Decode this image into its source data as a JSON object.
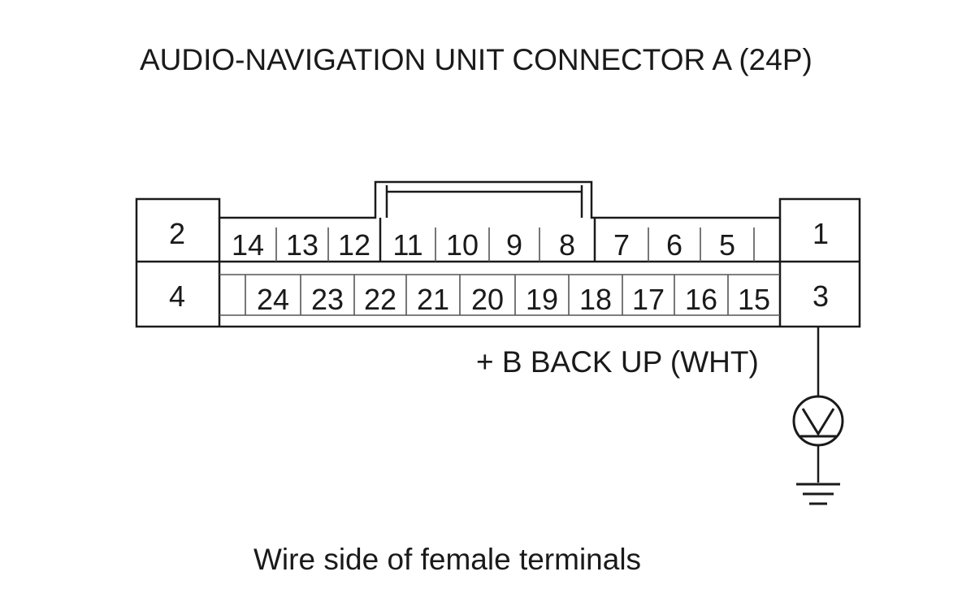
{
  "title": "AUDIO-NAVIGATION UNIT CONNECTOR A (24P)",
  "connector": {
    "top_row": [
      "14",
      "13",
      "12",
      "11",
      "10",
      "9",
      "8",
      "7",
      "6",
      "5"
    ],
    "bottom_row": [
      "24",
      "23",
      "22",
      "21",
      "20",
      "19",
      "18",
      "17",
      "16",
      "15"
    ],
    "left_upper": "2",
    "left_lower": "4",
    "right_upper": "1",
    "right_lower": "3"
  },
  "wire_label": "+ B BACK UP (WHT)",
  "caption": "Wire side of female terminals",
  "meter": {
    "icon": "voltmeter-icon",
    "symbol": "V"
  },
  "ground": {
    "icon": "ground-icon"
  }
}
